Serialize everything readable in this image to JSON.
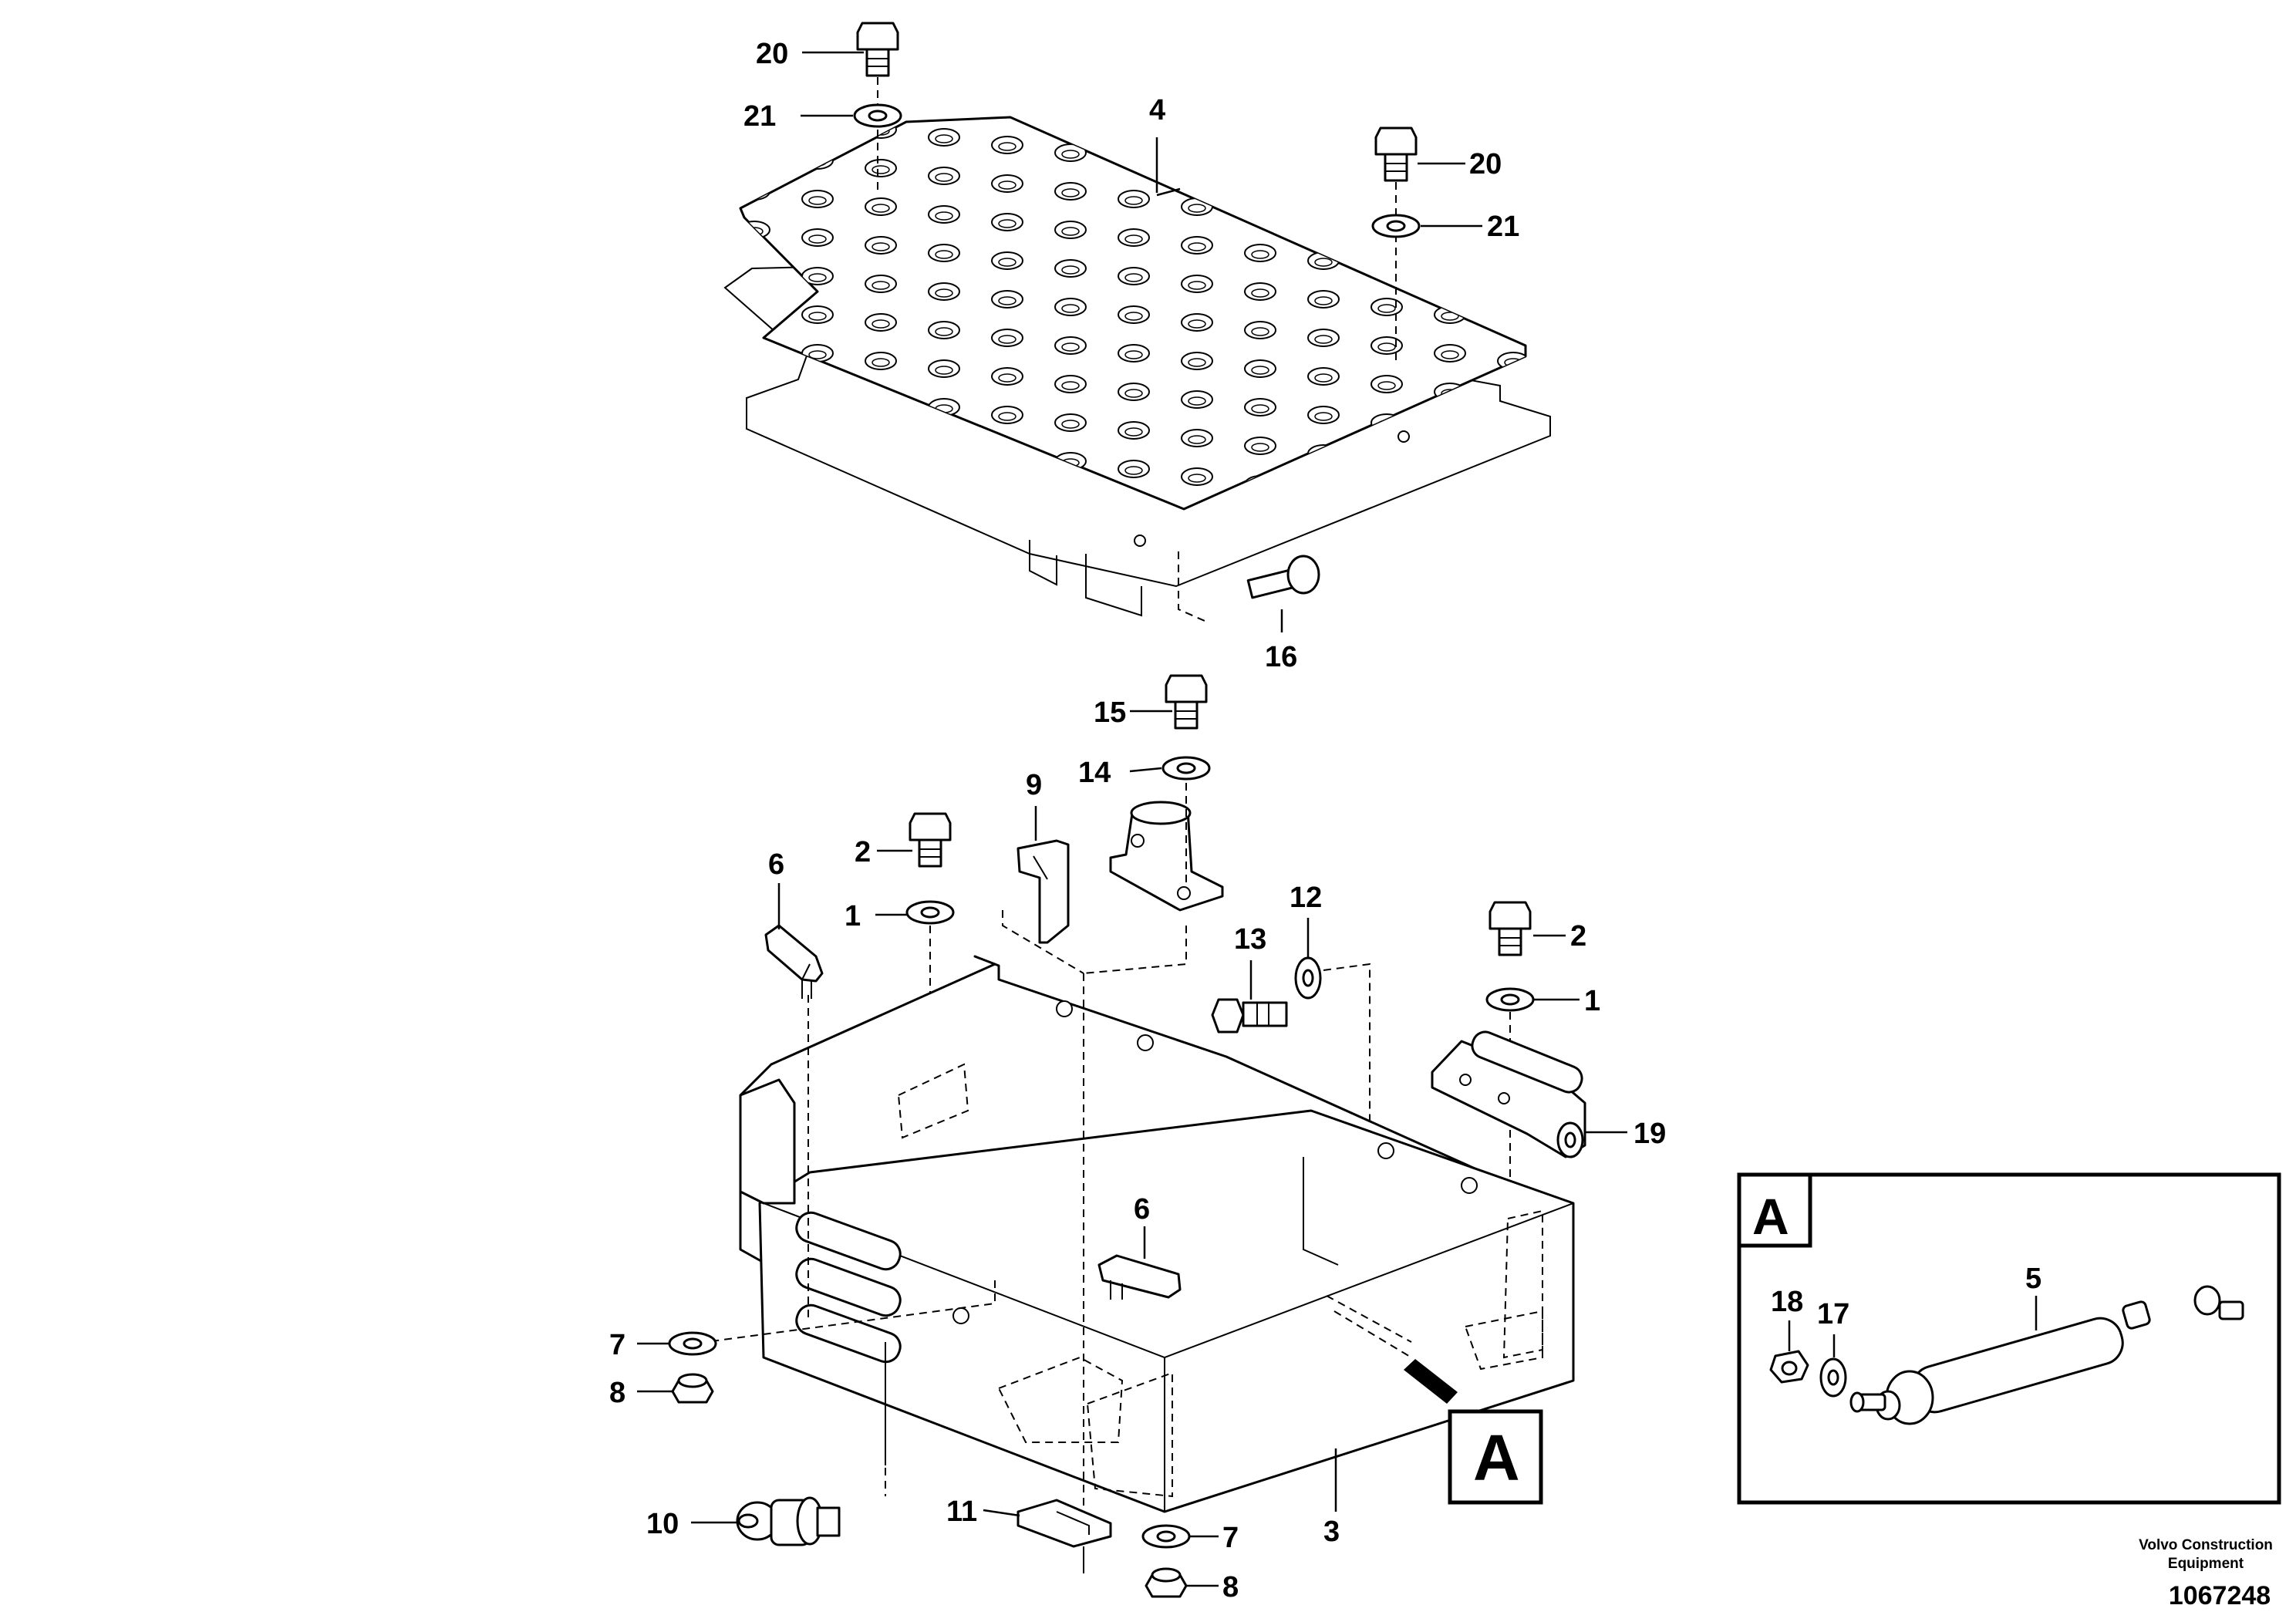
{
  "diagram": {
    "callouts": {
      "c20_top": "20",
      "c21_top": "21",
      "c4": "4",
      "c20_right": "20",
      "c21_right": "21",
      "c16": "16",
      "c15": "15",
      "c14": "14",
      "c9": "9",
      "c2_left": "2",
      "c1_left": "1",
      "c6_left": "6",
      "c13": "13",
      "c12": "12",
      "c2_right": "2",
      "c1_right": "1",
      "c19": "19",
      "c6_mid": "6",
      "c7_left": "7",
      "c8_left": "8",
      "c10": "10",
      "c11": "11",
      "c7_bottom": "7",
      "c8_bottom": "8",
      "c3": "3"
    },
    "detail_marker": "A",
    "detail_panel": {
      "letter": "A",
      "c18": "18",
      "c17": "17",
      "c5": "5"
    },
    "footer": {
      "brand_line1": "Volvo Construction",
      "brand_line2": "Equipment",
      "doc_number": "1067248"
    }
  }
}
